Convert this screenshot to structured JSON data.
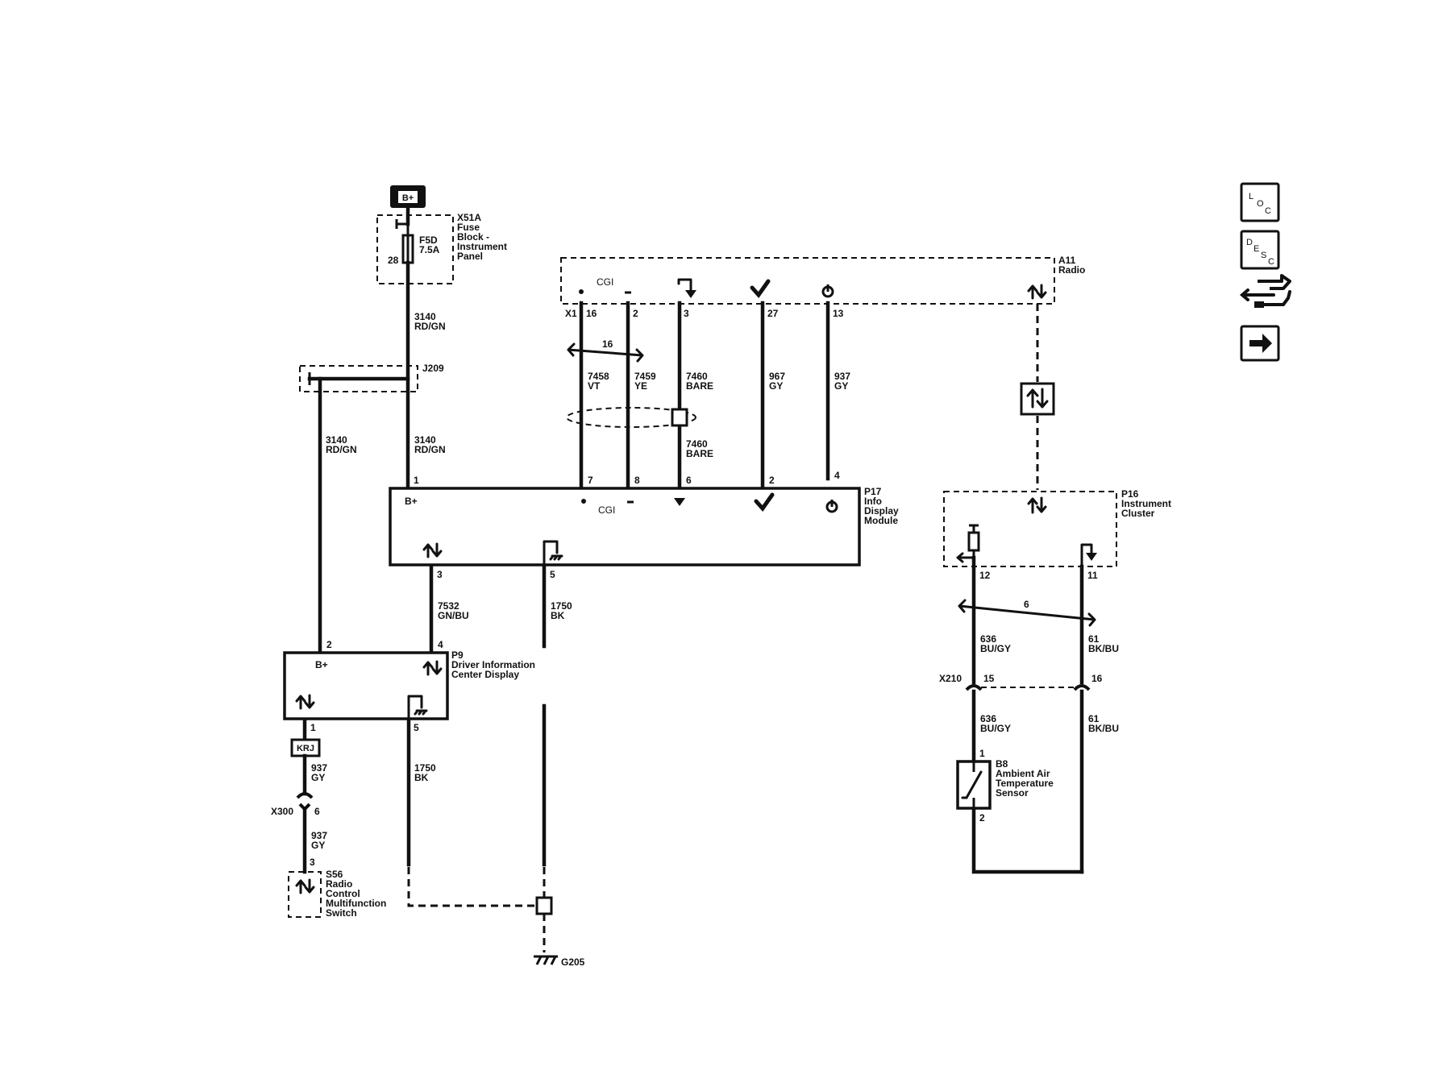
{
  "battery": {
    "label": "B+"
  },
  "fuse_block": {
    "id": "X51A",
    "name_lines": [
      "Fuse",
      "Block -",
      "Instrument",
      "Panel"
    ],
    "fuse": "F5D",
    "rating": "7.5A",
    "pin": "28"
  },
  "splice_j209": {
    "id": "J209"
  },
  "wires": {
    "w3140_upper": {
      "circuit": "3140",
      "color": "RD/GN"
    },
    "w3140_mid": {
      "circuit": "3140",
      "color": "RD/GN"
    },
    "w3140_left": {
      "circuit": "3140",
      "color": "RD/GN"
    },
    "w7458": {
      "circuit": "7458",
      "color": "VT"
    },
    "w7459": {
      "circuit": "7459",
      "color": "YE"
    },
    "w7460_upper": {
      "circuit": "7460",
      "color": "BARE"
    },
    "w7460_lower": {
      "circuit": "7460",
      "color": "BARE"
    },
    "w967": {
      "circuit": "967",
      "color": "GY"
    },
    "w937_top": {
      "circuit": "937",
      "color": "GY"
    },
    "w7532": {
      "circuit": "7532",
      "color": "GN/BU"
    },
    "w1750_right": {
      "circuit": "1750",
      "color": "BK"
    },
    "w1750_left": {
      "circuit": "1750",
      "color": "BK"
    },
    "w937_a": {
      "circuit": "937",
      "color": "GY"
    },
    "w937_b": {
      "circuit": "937",
      "color": "GY"
    },
    "w636_upper": {
      "circuit": "636",
      "color": "BU/GY"
    },
    "w636_lower": {
      "circuit": "636",
      "color": "BU/GY"
    },
    "w61_upper": {
      "circuit": "61",
      "color": "BK/BU"
    },
    "w61_lower": {
      "circuit": "61",
      "color": "BK/BU"
    }
  },
  "twist_labels": {
    "left": "16",
    "right": "6"
  },
  "radio": {
    "id": "A11",
    "name": "Radio",
    "connector": "X1",
    "cgi": "CGI",
    "pins": {
      "p16": "16",
      "p2": "2",
      "p3": "3",
      "p27": "27",
      "p13": "13"
    }
  },
  "info_display_module": {
    "id": "P17",
    "name_lines": [
      "Info",
      "Display",
      "Module"
    ],
    "bplus": "B+",
    "cgi": "CGI",
    "pins": {
      "p1": "1",
      "p7": "7",
      "p8": "8",
      "p6": "6",
      "p2": "2",
      "p4": "4",
      "p3": "3",
      "p5": "5"
    }
  },
  "instrument_cluster": {
    "id": "P16",
    "name_lines": [
      "Instrument",
      "Cluster"
    ],
    "pins": {
      "p12": "12",
      "p11": "11"
    }
  },
  "driver_info_display": {
    "id": "P9",
    "name_lines": [
      "Driver Information",
      "Center Display"
    ],
    "bplus": "B+",
    "pins": {
      "p2": "2",
      "p4": "4",
      "p1": "1",
      "p5": "5"
    }
  },
  "krj": {
    "label": "KRJ"
  },
  "x300": {
    "id": "X300",
    "pin": "6"
  },
  "switch_s56": {
    "id": "S56",
    "name_lines": [
      "Radio",
      "Control",
      "Multifunction",
      "Switch"
    ],
    "pin": "3"
  },
  "ground": {
    "id": "G205"
  },
  "x210": {
    "id": "X210",
    "pin15": "15",
    "pin16": "16"
  },
  "sensor_b8": {
    "id": "B8",
    "name_lines": [
      "Ambient Air",
      "Temperature",
      "Sensor"
    ],
    "pin1": "1",
    "pin2": "2"
  },
  "nav": {
    "loc": {
      "letters": [
        "L",
        "O",
        "C"
      ]
    },
    "desc": {
      "letters": [
        "D",
        "E",
        "S",
        "C"
      ]
    }
  }
}
